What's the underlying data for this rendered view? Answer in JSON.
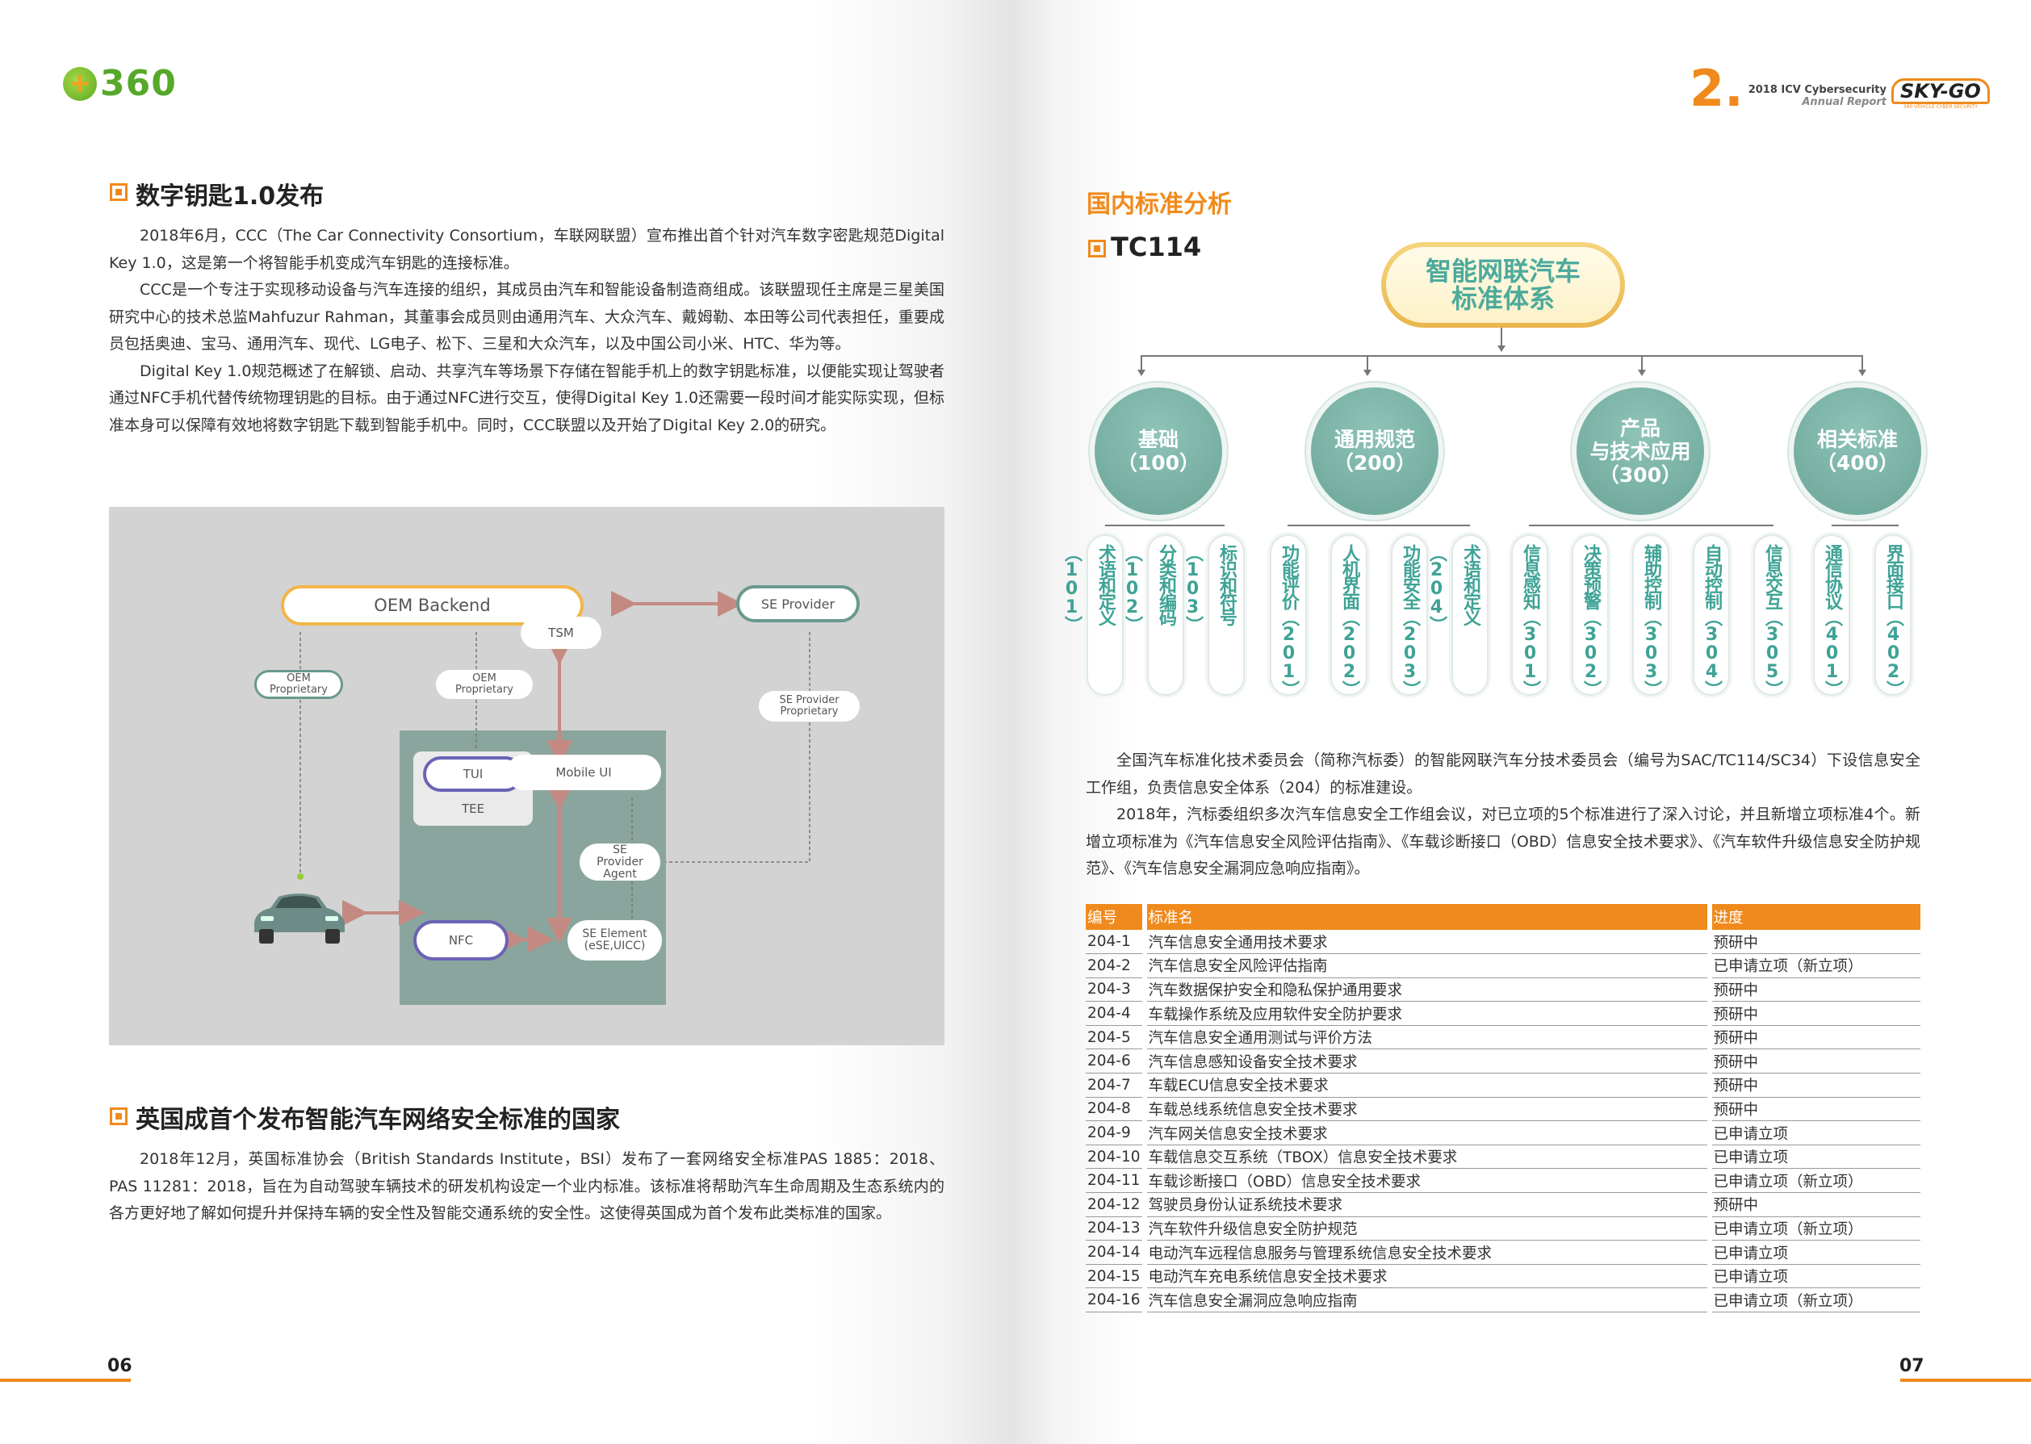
{
  "left_page": {
    "logo_text": "360",
    "section1": {
      "title": "数字钥匙1.0发布",
      "paragraphs": [
        "2018年6月，CCC（The Car Connectivity Consortium，车联网联盟）宣布推出首个针对汽车数字密匙规范Digital Key 1.0，这是第一个将智能手机变成汽车钥匙的连接标准。",
        "CCC是一个专注于实现移动设备与汽车连接的组织，其成员由汽车和智能设备制造商组成。该联盟现任主席是三星美国研究中心的技术总监Mahfuzur Rahman，其董事会成员则由通用汽车、大众汽车、戴姆勒、本田等公司代表担任，重要成员包括奥迪、宝马、通用汽车、现代、LG电子、松下、三星和大众汽车，以及中国公司小米、HTC、华为等。",
        "Digital Key 1.0规范概述了在解锁、启动、共享汽车等场景下存储在智能手机上的数字钥匙标准，以便能实现让驾驶者通过NFC手机代替传统物理钥匙的目标。由于通过NFC进行交互，使得Digital Key 1.0还需要一段时间才能实际实现，但标准本身可以保障有效地将数字钥匙下载到智能手机中。同时，CCC联盟以及开始了Digital Key 2.0的研究。"
      ]
    },
    "diagram": {
      "oem_backend": "OEM Backend",
      "se_provider": "SE Provider",
      "tsm": "TSM",
      "oem_proprietary_1": "OEM Proprietary",
      "oem_proprietary_2": "OEM Proprietary",
      "se_provider_proprietary": "SE Provider Proprietary",
      "tui": "TUI",
      "tee": "TEE",
      "mobile_ui": "Mobile UI",
      "se_provider_agent": "SE Provider Agent",
      "nfc": "NFC",
      "se_element": "SE Element (eSE,UICC)"
    },
    "section2": {
      "title": "英国成首个发布智能汽车网络安全标准的国家",
      "paragraphs": [
        "2018年12月，英国标准协会（British Standards Institute，BSI）发布了一套网络安全标准PAS 1885：2018、PAS 11281：2018，旨在为自动驾驶车辆技术的研发机构设定一个业内标准。该标准将帮助汽车生命周期及生态系统内的各方更好地了解如何提升并保持车辆的安全性及智能交通系统的安全性。这使得英国成为首个发布此类标准的国家。"
      ]
    },
    "page_number": "06"
  },
  "right_page": {
    "header": {
      "big_number": "2.",
      "line1": "2018 ICV Cybersecurity",
      "line2": "Annual Report",
      "brand": "SKY-GO",
      "brand_sub": "360 VEHICLE CYBER SECURITY"
    },
    "heading": "国内标准分析",
    "subheading": "TC114",
    "org_chart": {
      "root": [
        "智能网联汽车",
        "标准体系"
      ],
      "categories": [
        {
          "lines": [
            "基础",
            "（100）"
          ]
        },
        {
          "lines": [
            "通用规范",
            "（200）"
          ]
        },
        {
          "lines": [
            "产品",
            "与技术应用",
            "（300）"
          ]
        },
        {
          "lines": [
            "相关标准",
            "（400）"
          ]
        }
      ],
      "leaves": [
        "术语和定义（101）",
        "分类和编码（102）",
        "标识和符号（103）",
        "功能评价（201）",
        "人机界面（202）",
        "功能安全（203）",
        "术语和定义（204）",
        "信息感知（301）",
        "决策预警（302）",
        "辅助控制（303）",
        "自动控制（304）",
        "信息交互（305）",
        "通信协议（401）",
        "界面接口（402）"
      ]
    },
    "paragraphs": [
      "全国汽车标准化技术委员会（简称汽标委）的智能网联汽车分技术委员会（编号为SAC/TC114/SC34）下设信息安全工作组，负责信息安全体系（204）的标准建设。",
      "2018年，汽标委组织多次汽车信息安全工作组会议，对已立项的5个标准进行了深入讨论，并且新增立项标准4个。新增立项标准为《汽车信息安全风险评估指南》、《车载诊断接口（OBD）信息安全技术要求》、《汽车软件升级信息安全防护规范》、《汽车信息安全漏洞应急响应指南》。"
    ],
    "table": {
      "headers": [
        "编号",
        "标准名",
        "进度"
      ],
      "rows": [
        [
          "204-1",
          "汽车信息安全通用技术要求",
          "预研中"
        ],
        [
          "204-2",
          "汽车信息安全风险评估指南",
          "已申请立项（新立项）"
        ],
        [
          "204-3",
          "汽车数据保护安全和隐私保护通用要求",
          "预研中"
        ],
        [
          "204-4",
          "车载操作系统及应用软件安全防护要求",
          "预研中"
        ],
        [
          "204-5",
          "汽车信息安全通用测试与评价方法",
          "预研中"
        ],
        [
          "204-6",
          "汽车信息感知设备安全技术要求",
          "预研中"
        ],
        [
          "204-7",
          "车载ECU信息安全技术要求",
          "预研中"
        ],
        [
          "204-8",
          "车载总线系统信息安全技术要求",
          "预研中"
        ],
        [
          "204-9",
          "汽车网关信息安全技术要求",
          "已申请立项"
        ],
        [
          "204-10",
          "车载信息交互系统（TBOX）信息安全技术要求",
          "已申请立项"
        ],
        [
          "204-11",
          "车载诊断接口（OBD）信息安全技术要求",
          "已申请立项（新立项）"
        ],
        [
          "204-12",
          "驾驶员身份认证系统技术要求",
          "预研中"
        ],
        [
          "204-13",
          "汽车软件升级信息安全防护规范",
          "已申请立项（新立项）"
        ],
        [
          "204-14",
          "电动汽车远程信息服务与管理系统信息安全技术要求",
          "已申请立项"
        ],
        [
          "204-15",
          "电动汽车充电系统信息安全技术要求",
          "已申请立项"
        ],
        [
          "204-16",
          "汽车信息安全漏洞应急响应指南",
          "已申请立项（新立项）"
        ]
      ]
    },
    "page_number": "07"
  },
  "colors": {
    "accent": "#f08a1c",
    "teal": "#6aa597",
    "gold": "#e9b64c"
  }
}
